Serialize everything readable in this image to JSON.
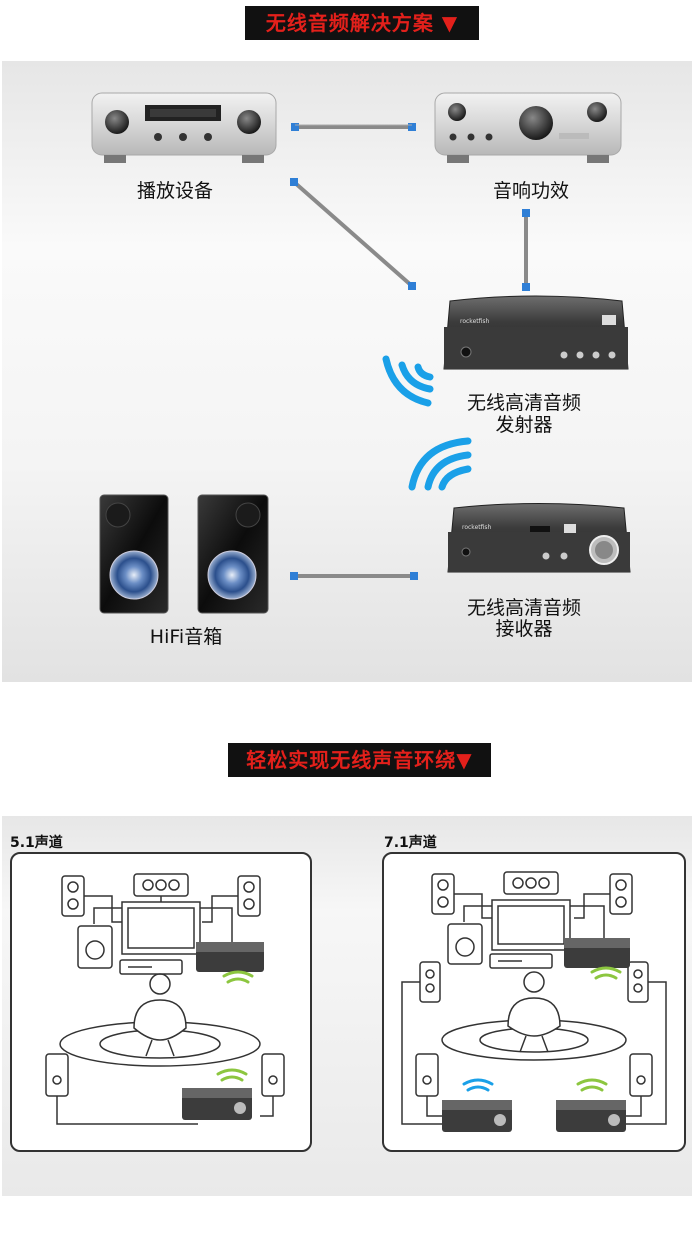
{
  "section1": {
    "banner": "无线音频解决方案 ▼",
    "labels": {
      "player": "播放设备",
      "amplifier": "音响功效",
      "transmitter": "无线高清音频\n发射器",
      "transmitter_line1": "无线高清音频",
      "transmitter_line2": "发射器",
      "receiver_line1": "无线高清音频",
      "receiver_line2": "接收器",
      "speakers": "HiFi音箱"
    },
    "brand": "rocketfish"
  },
  "section2": {
    "banner": "轻松实现无线声音环绕▼",
    "left_title": "5.1声道",
    "right_title": "7.1声道"
  },
  "colors": {
    "banner_bg": "#111111",
    "banner_text": "#e3201b",
    "wifi_blue": "#1aa0e8",
    "wifi_green": "#8cc63f",
    "connector": "#2f7fd6"
  }
}
